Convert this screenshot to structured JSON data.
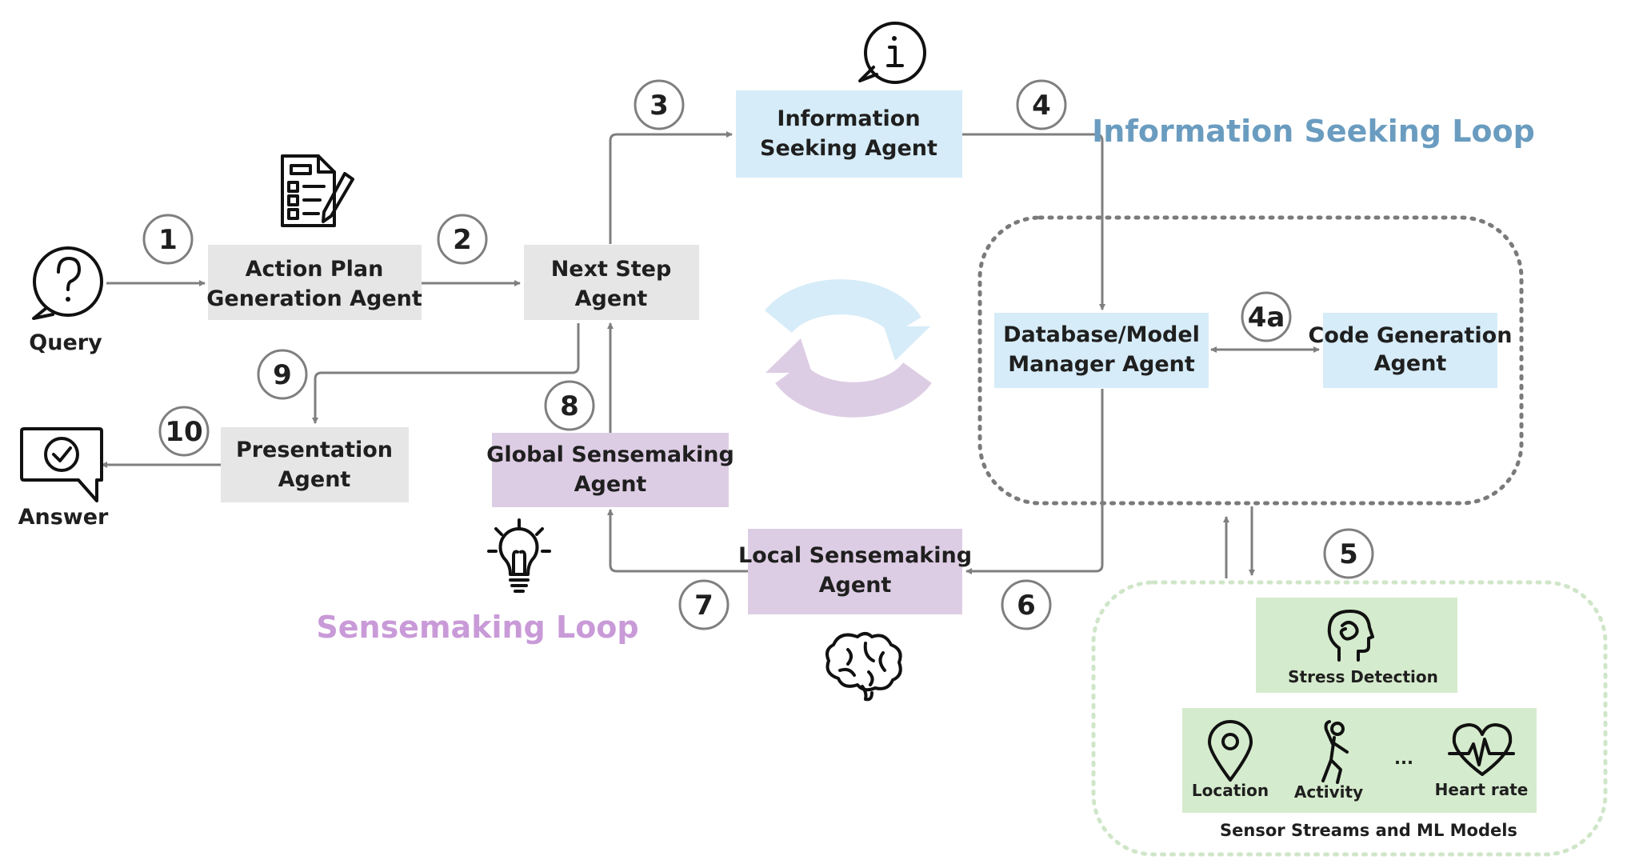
{
  "colors": {
    "gray_box": "#e6e6e6",
    "blue_box": "#d6ecf8",
    "purple_box": "#ddcde4",
    "green_box": "#d5ebcd",
    "arrow": "#7f7f7f",
    "info_loop_title": "#6a9cc0",
    "sense_loop_title": "#c99ad8",
    "cycle_blue": "#d6ecf8",
    "cycle_purple": "#ddcde4",
    "dotted_gray": "#7a7a7a",
    "dotted_green": "#cfe6c8"
  },
  "icons": [
    "question-bubble-icon",
    "answer-check-bubble-icon",
    "checklist-document-icon",
    "info-bubble-icon",
    "lightbulb-icon",
    "brain-icon",
    "cycle-arrows-icon",
    "head-brain-icon",
    "location-pin-icon",
    "activity-person-icon",
    "heart-rate-icon"
  ],
  "query_label": "Query",
  "answer_label": "Answer",
  "agents": {
    "action_plan": [
      "Action Plan",
      "Generation Agent"
    ],
    "next_step": [
      "Next Step",
      "Agent"
    ],
    "information_seeking": [
      "Information",
      "Seeking Agent"
    ],
    "presentation": [
      "Presentation",
      "Agent"
    ],
    "global_sensemaking": [
      "Global Sensemaking",
      "Agent"
    ],
    "local_sensemaking": [
      "Local Sensemaking",
      "Agent"
    ],
    "database_model_manager": [
      "Database/Model",
      "Manager Agent"
    ],
    "code_generation": [
      "Code Generation",
      "Agent"
    ]
  },
  "steps": [
    "1",
    "2",
    "3",
    "4",
    "4a",
    "5",
    "6",
    "7",
    "8",
    "9",
    "10"
  ],
  "loops": {
    "information_seeking": "Information Seeking Loop",
    "sensemaking": "Sensemaking Loop"
  },
  "sensors": {
    "stress_detection": "Stress Detection",
    "location": "Location",
    "activity": "Activity",
    "ellipsis": "...",
    "heart_rate": "Heart rate",
    "group_title": "Sensor Streams and ML Models"
  }
}
